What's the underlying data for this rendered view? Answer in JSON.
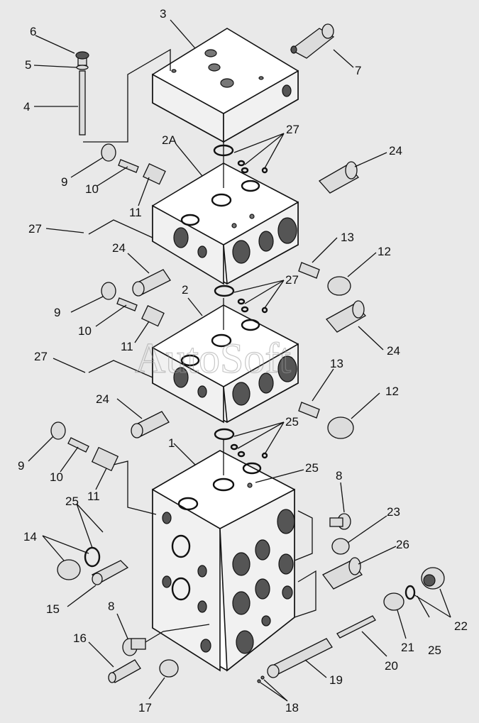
{
  "watermark": "AutoSoft",
  "labels": {
    "l1": "1",
    "l2": "2",
    "l2a": "2A",
    "l3": "3",
    "l4": "4",
    "l5": "5",
    "l6": "6",
    "l7": "7",
    "l8a": "8",
    "l8b": "8",
    "l9a": "9",
    "l9b": "9",
    "l9c": "9",
    "l10a": "10",
    "l10b": "10",
    "l10c": "10",
    "l11a": "11",
    "l11b": "11",
    "l11c": "11",
    "l12a": "12",
    "l12b": "12",
    "l13a": "13",
    "l13b": "13",
    "l14": "14",
    "l15": "15",
    "l16": "16",
    "l17": "17",
    "l18": "18",
    "l19": "19",
    "l20": "20",
    "l21": "21",
    "l22": "22",
    "l23": "23",
    "l24a": "24",
    "l24b": "24",
    "l24c": "24",
    "l24d": "24",
    "l25a": "25",
    "l25b": "25",
    "l25c": "25",
    "l25d": "25",
    "l26": "26",
    "l27a": "27",
    "l27b": "27",
    "l27c": "27",
    "l27d": "27"
  }
}
